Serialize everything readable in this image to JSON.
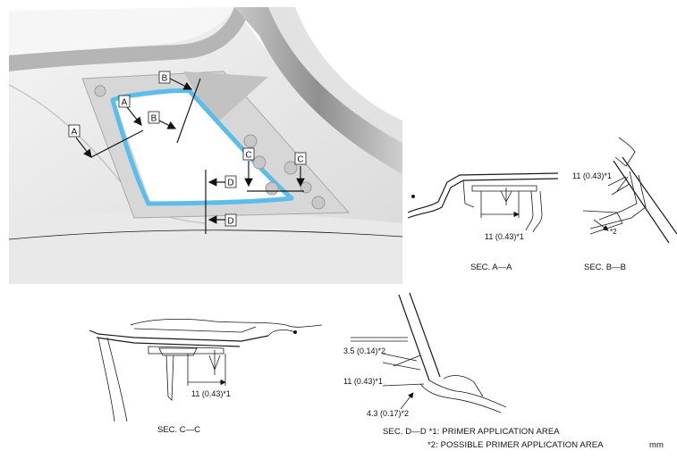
{
  "photo": {
    "section_markers": [
      "A",
      "A",
      "B",
      "B",
      "C",
      "C",
      "D",
      "D"
    ]
  },
  "sections": {
    "aa": {
      "title": "SEC. A—A",
      "dim": "11 (0.43)*1"
    },
    "bb": {
      "title": "SEC. B—B",
      "dim1": "11 (0.43)*1",
      "dim2": "*2"
    },
    "cc": {
      "title": "SEC. C—C",
      "dim": "11 (0.43)*1"
    },
    "dd": {
      "title": "SEC. D—D",
      "dim1": "3.5 (0.14)*2",
      "dim2": "11 (0.43)*1",
      "dim3": "4.3 (0.17)*2"
    }
  },
  "legend": {
    "line1": "*1:  PRIMER APPLICATION AREA",
    "line2": "*2:  POSSIBLE PRIMER APPLICATION AREA",
    "unit": "mm"
  },
  "colors": {
    "primer_bead": "#5bbde8",
    "body_light": "#ececec",
    "body_dark": "#9a9a9a"
  }
}
